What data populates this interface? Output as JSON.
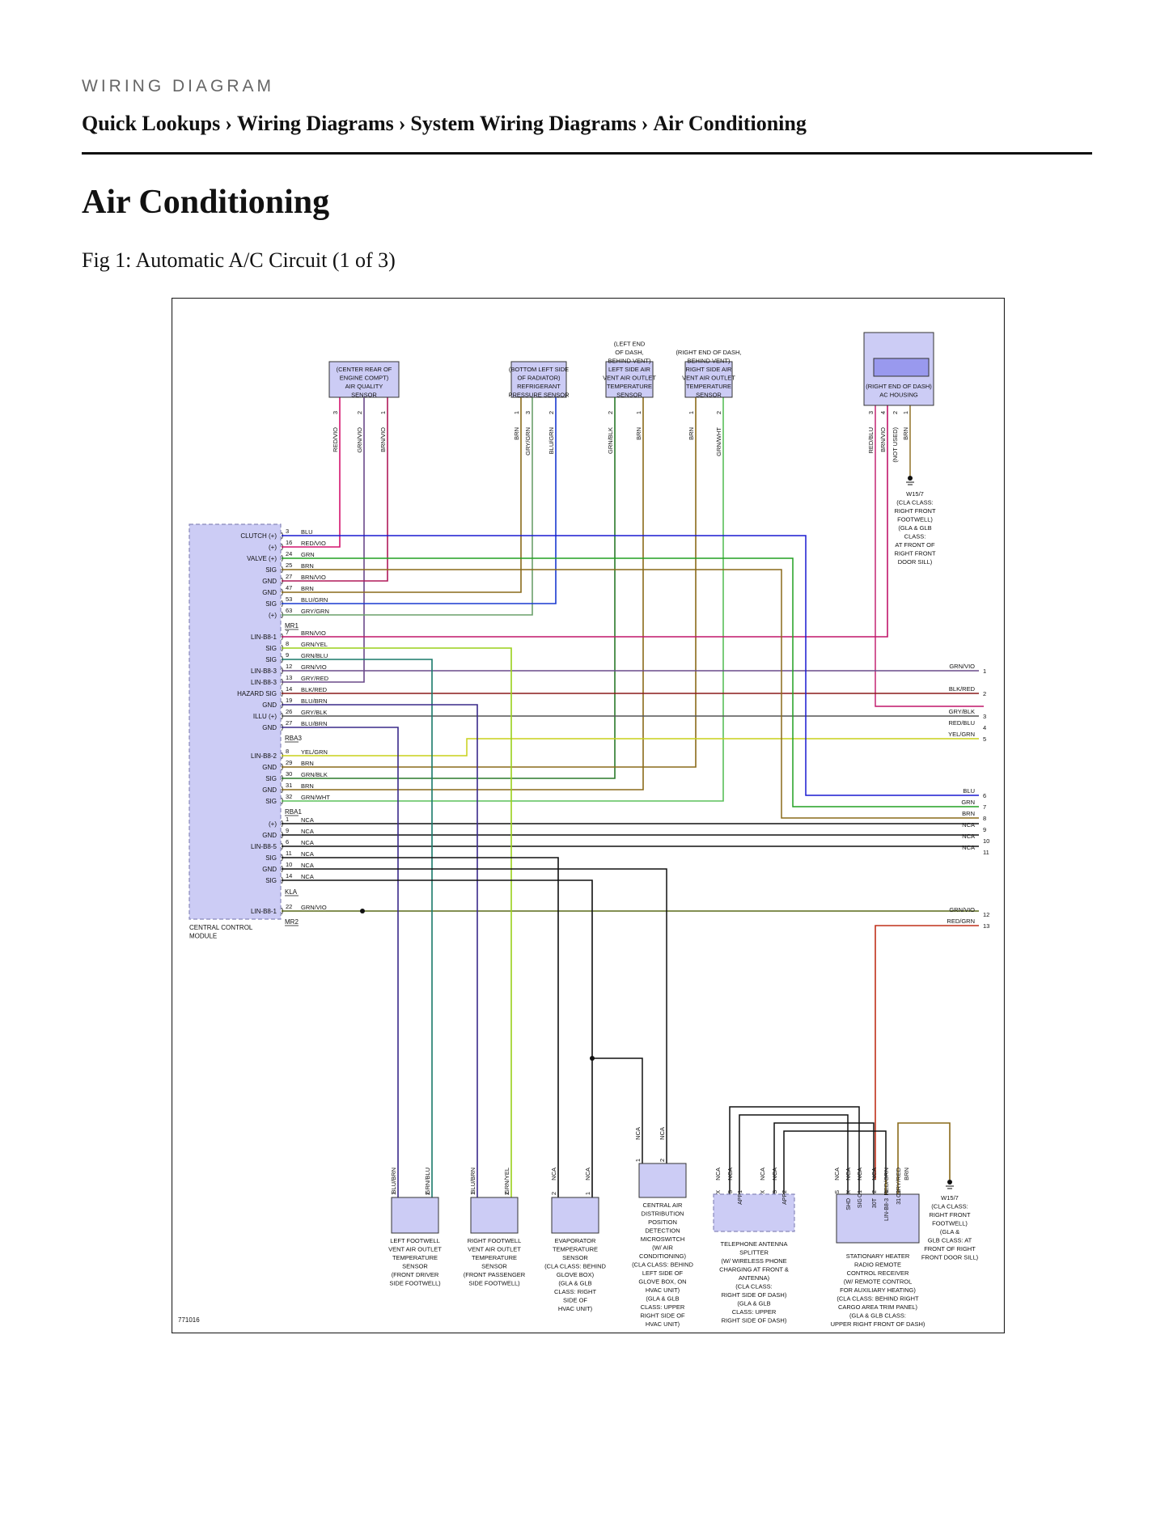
{
  "header": {
    "eyebrow": "WIRING DIAGRAM",
    "breadcrumb": [
      "Quick Lookups",
      "Wiring Diagrams",
      "System Wiring Diagrams",
      "Air Conditioning"
    ],
    "separator": "›"
  },
  "page_title": "Air Conditioning",
  "figure_caption": "Fig 1: Automatic A/C Circuit (1 of 3)",
  "diagram": {
    "figure_id": "771016",
    "module": {
      "name": [
        "CENTRAL CONTROL",
        "MODULE"
      ],
      "left_labels": [
        "CLUTCH (+)",
        "(+)",
        "VALVE (+)",
        "SIG",
        "GND",
        "GND",
        "SIG",
        "(+)",
        "LIN-B8-1",
        "SIG",
        "SIG",
        "LIN-B8-3",
        "LIN-B8-3",
        "HAZARD SIG",
        "GND",
        "ILLU (+)",
        "GND",
        "LIN-B8-2",
        "GND",
        "SIG",
        "GND",
        "SIG",
        "(+)",
        "GND",
        "LIN-B8-5",
        "SIG",
        "GND",
        "SIG",
        "LIN-B8-1"
      ],
      "connectors": [
        "MR1",
        "RBA3",
        "RBA1",
        "KLA",
        "MR2"
      ],
      "pins": [
        {
          "pin": "3",
          "wire": "BLU",
          "color": "#1a1ad0"
        },
        {
          "pin": "16",
          "wire": "RED/VIO",
          "color": "#d4146e"
        },
        {
          "pin": "24",
          "wire": "GRN",
          "color": "#22a022"
        },
        {
          "pin": "25",
          "wire": "BRN",
          "color": "#8a6a1a"
        },
        {
          "pin": "27",
          "wire": "BRN/VIO",
          "color": "#b01a5a"
        },
        {
          "pin": "47",
          "wire": "BRN",
          "color": "#8a6a1a"
        },
        {
          "pin": "53",
          "wire": "BLU/GRN",
          "color": "#1a3ad0"
        },
        {
          "pin": "63",
          "wire": "GRY/GRN",
          "color": "#6aa06a"
        },
        {
          "pin": "7",
          "wire": "BRN/VIO",
          "color": "#c0166a"
        },
        {
          "pin": "8",
          "wire": "GRN/YEL",
          "color": "#9ad01a"
        },
        {
          "pin": "9",
          "wire": "GRN/BLU",
          "color": "#1a7a6a"
        },
        {
          "pin": "12",
          "wire": "GRN/VIO",
          "color": "#6a4a8a"
        },
        {
          "pin": "13",
          "wire": "GRY/RED",
          "color": "#a04a4a"
        },
        {
          "pin": "14",
          "wire": "BLK/RED",
          "color": "#8a1a1a"
        },
        {
          "pin": "19",
          "wire": "BLU/BRN",
          "color": "#3a2a8a"
        },
        {
          "pin": "26",
          "wire": "GRY/BLK",
          "color": "#555555"
        },
        {
          "pin": "27",
          "wire": "BLU/BRN",
          "color": "#3a2a8a"
        },
        {
          "pin": "8",
          "wire": "YEL/GRN",
          "color": "#c8d01a"
        },
        {
          "pin": "29",
          "wire": "BRN",
          "color": "#8a6a1a"
        },
        {
          "pin": "30",
          "wire": "GRN/BLK",
          "color": "#2a7a2a"
        },
        {
          "pin": "31",
          "wire": "BRN",
          "color": "#8a6a1a"
        },
        {
          "pin": "32",
          "wire": "GRN/WHT",
          "color": "#5ac05a"
        },
        {
          "pin": "1",
          "wire": "NCA",
          "color": "#111111"
        },
        {
          "pin": "9",
          "wire": "NCA",
          "color": "#111111"
        },
        {
          "pin": "6",
          "wire": "NCA",
          "color": "#111111"
        },
        {
          "pin": "11",
          "wire": "NCA",
          "color": "#111111"
        },
        {
          "pin": "10",
          "wire": "NCA",
          "color": "#111111"
        },
        {
          "pin": "14",
          "wire": "NCA",
          "color": "#111111"
        },
        {
          "pin": "22",
          "wire": "GRN/VIO",
          "color": "#5a6a1a"
        }
      ]
    },
    "top_components": [
      {
        "id": "aq",
        "label": [
          "(CENTER REAR OF",
          "ENGINE COMPT)",
          "AIR QUALITY",
          "SENSOR"
        ],
        "pins": [
          "3",
          "2",
          "1"
        ],
        "wires": [
          "RED/VIO",
          "GRN/VIO",
          "BRN/VIO"
        ]
      },
      {
        "id": "rp",
        "label": [
          "(BOTTOM LEFT SIDE",
          "OF RADIATOR)",
          "REFRIGERANT",
          "PRESSURE SENSOR"
        ],
        "pins": [
          "1",
          "3",
          "2"
        ],
        "wires": [
          "BRN",
          "GRY/GRN",
          "BLU/GRN"
        ]
      },
      {
        "id": "lv",
        "label": [
          "(LEFT END",
          "OF DASH,",
          "BEHIND VENT)",
          "LEFT SIDE AIR",
          "VENT AIR OUTLET",
          "TEMPERATURE",
          "SENSOR"
        ],
        "pins": [
          "2",
          "1"
        ],
        "wires": [
          "GRN/BLK",
          "BRN"
        ]
      },
      {
        "id": "rv",
        "label": [
          "(RIGHT END OF DASH,",
          "BEHIND VENT)",
          "RIGHT SIDE AIR",
          "VENT AIR OUTLET",
          "TEMPERATURE",
          "SENSOR"
        ],
        "pins": [
          "1",
          "2"
        ],
        "wires": [
          "BRN",
          "GRN/WHT"
        ]
      },
      {
        "id": "ach",
        "label": [
          "(RIGHT END OF DASH)",
          "AC HOUSING"
        ],
        "pins": [
          "3",
          "4",
          "2",
          "1"
        ],
        "wires": [
          "RED/BLU",
          "BRN/VIO",
          "(NOT USED)",
          "BRN"
        ]
      }
    ],
    "ground_top": [
      "W15/7",
      "(CLA CLASS:",
      "RIGHT FRONT",
      "FOOTWELL)",
      "(GLA & GLB",
      "CLASS:",
      "AT FRONT OF",
      "RIGHT FRONT",
      "DOOR SILL)"
    ],
    "right_outputs": [
      {
        "wire": "GRN/VIO",
        "num": "1"
      },
      {
        "wire": "BLK/RED",
        "num": "2"
      },
      {
        "wire": "GRY/BLK",
        "num": "3"
      },
      {
        "wire": "RED/BLU",
        "num": "4"
      },
      {
        "wire": "YEL/GRN",
        "num": "5"
      },
      {
        "wire": "BLU",
        "num": "6"
      },
      {
        "wire": "GRN",
        "num": "7"
      },
      {
        "wire": "BRN",
        "num": "8"
      },
      {
        "wire": "NCA",
        "num": "9"
      },
      {
        "wire": "NCA",
        "num": "10"
      },
      {
        "wire": "NCA",
        "num": "11"
      },
      {
        "wire": "GRN/VIO",
        "num": "12"
      },
      {
        "wire": "RED/GRN",
        "num": "13"
      }
    ],
    "bottom_components": [
      {
        "id": "lf",
        "label": [
          "LEFT FOOTWELL",
          "VENT AIR OUTLET",
          "TEMPERATURE",
          "SENSOR",
          "(FRONT DRIVER",
          "SIDE FOOTWELL)"
        ],
        "pins": [
          "1",
          "2"
        ],
        "wires": [
          "BLU/BRN",
          "GRN/BLU"
        ]
      },
      {
        "id": "rf",
        "label": [
          "RIGHT FOOTWELL",
          "VENT AIR OUTLET",
          "TEMPERATURE",
          "SENSOR",
          "(FRONT PASSENGER",
          "SIDE FOOTWELL)"
        ],
        "pins": [
          "1",
          "2"
        ],
        "wires": [
          "BLU/BRN",
          "GRN/YEL"
        ]
      },
      {
        "id": "ev",
        "label": [
          "EVAPORATOR",
          "TEMPERATURE",
          "SENSOR",
          "(CLA CLASS: BEHIND",
          "GLOVE BOX)",
          "(GLA & GLB",
          "CLASS: RIGHT",
          "SIDE OF",
          "HVAC UNIT)"
        ],
        "pins": [
          "2",
          "1"
        ],
        "wires": [
          "NCA",
          "NCA"
        ]
      },
      {
        "id": "cad",
        "label": [
          "CENTRAL AIR",
          "DISTRIBUTION",
          "POSITION",
          "DETECTION",
          "MICROSWITCH",
          "(W/ AIR",
          "CONDITIONING)",
          "(CLA CLASS: BEHIND",
          "LEFT SIDE OF",
          "GLOVE BOX, ON",
          "HVAC UNIT)",
          "(GLA & GLB",
          "CLASS: UPPER",
          "RIGHT SIDE OF",
          "HVAC UNIT)"
        ],
        "pins": [
          "1",
          "2"
        ],
        "wires": [
          "NCA",
          "NCA"
        ]
      },
      {
        "id": "tel",
        "label": [
          "TELEPHONE ANTENNA",
          "SPLITTER",
          "(W/ WIRELESS PHONE",
          "CHARGING AT FRONT &",
          "ANTENNA)",
          "(CLA CLASS:",
          "RIGHT SIDE OF DASH)",
          "(GLA & GLB",
          "CLASS: UPPER",
          "RIGHT SIDE OF DASH)"
        ],
        "pins": [
          "X",
          "S",
          "APP1",
          "X",
          "S",
          "APP2"
        ],
        "wires": [
          "NCA",
          "NCA",
          "NCA",
          "NCA"
        ]
      },
      {
        "id": "sth",
        "label": [
          "STATIONARY HEATER",
          "RADIO REMOTE",
          "CONTROL RECEIVER",
          "(W/ REMOTE CONTROL",
          "FOR AUXILIARY HEATING)",
          "(CLA CLASS: BEHIND RIGHT",
          "CARGO AREA TRIM PANEL)",
          "(GLA & GLB CLASS:",
          "UPPER RIGHT FRONT OF DASH)"
        ],
        "pins": [
          "S",
          "X",
          "C1",
          "2",
          "1",
          "C2"
        ],
        "pin_names": [
          "SHD",
          "SIG",
          "30T",
          "LIN-B8-3",
          "31"
        ],
        "wires": [
          "NCA",
          "NCA",
          "NCA",
          "NCA",
          "RED/GRN",
          "GRY/RED",
          "BRN"
        ]
      }
    ],
    "ground_bottom": [
      "W15/7",
      "(CLA CLASS:",
      "RIGHT FRONT",
      "FOOTWELL)",
      "(GLA &",
      "GLB CLASS: AT",
      "FRONT OF RIGHT",
      "FRONT DOOR SILL)"
    ]
  }
}
